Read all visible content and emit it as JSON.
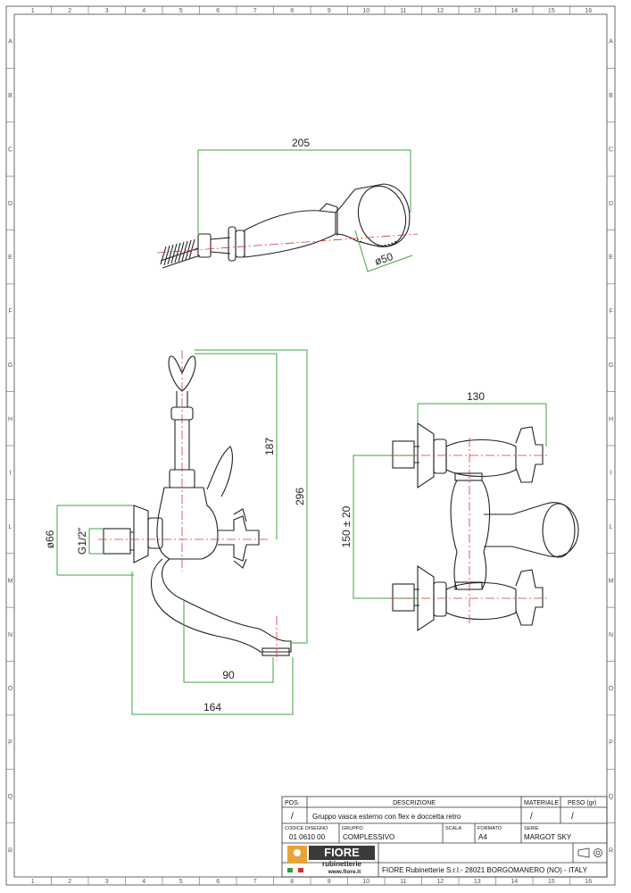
{
  "frame": {
    "columns": [
      "1",
      "2",
      "3",
      "4",
      "5",
      "6",
      "7",
      "8",
      "9",
      "10",
      "11",
      "12",
      "13",
      "14",
      "15",
      "16"
    ],
    "rows": [
      "A",
      "B",
      "C",
      "D",
      "E",
      "F",
      "G",
      "H",
      "I",
      "L",
      "M",
      "N",
      "O",
      "P",
      "Q",
      "R"
    ]
  },
  "dimensions": {
    "shower_length": "205",
    "shower_head_diameter": "ø50",
    "holder_height": "187",
    "total_height": "296",
    "flange_diameter": "ø66",
    "thread": "G1/2\"",
    "spout_offset": "90",
    "total_projection": "164",
    "inlet_centers": "150 ± 20",
    "handle_span": "130"
  },
  "title_block": {
    "pos_header": "POS.",
    "desc_header": "DESCRIZIONE",
    "material_header": "MATERIALE",
    "weight_header": "PESO (gr)",
    "pos_value": "/",
    "description": "Gruppo vasca esterno con flex e doccetta retro",
    "material_value": "/",
    "weight_value": "/",
    "code_label": "CODICE DISEGNO",
    "code_value": "01 0610 00",
    "group_label": "GRUPPO",
    "group_value": "COMPLESSIVO",
    "scale_label": "SCALA",
    "format_label": "FORMATO",
    "format_value": "A4",
    "series_label": "SERIE",
    "series_value": "MARGOT SKY",
    "logo_brand": "FIORE",
    "logo_sub": "rubinetterie",
    "logo_web": "www.fiore.it",
    "company": "FIORE Rubinetterie S.r.l.- 28021 BORGOMANERO (NO) - ITALY"
  }
}
